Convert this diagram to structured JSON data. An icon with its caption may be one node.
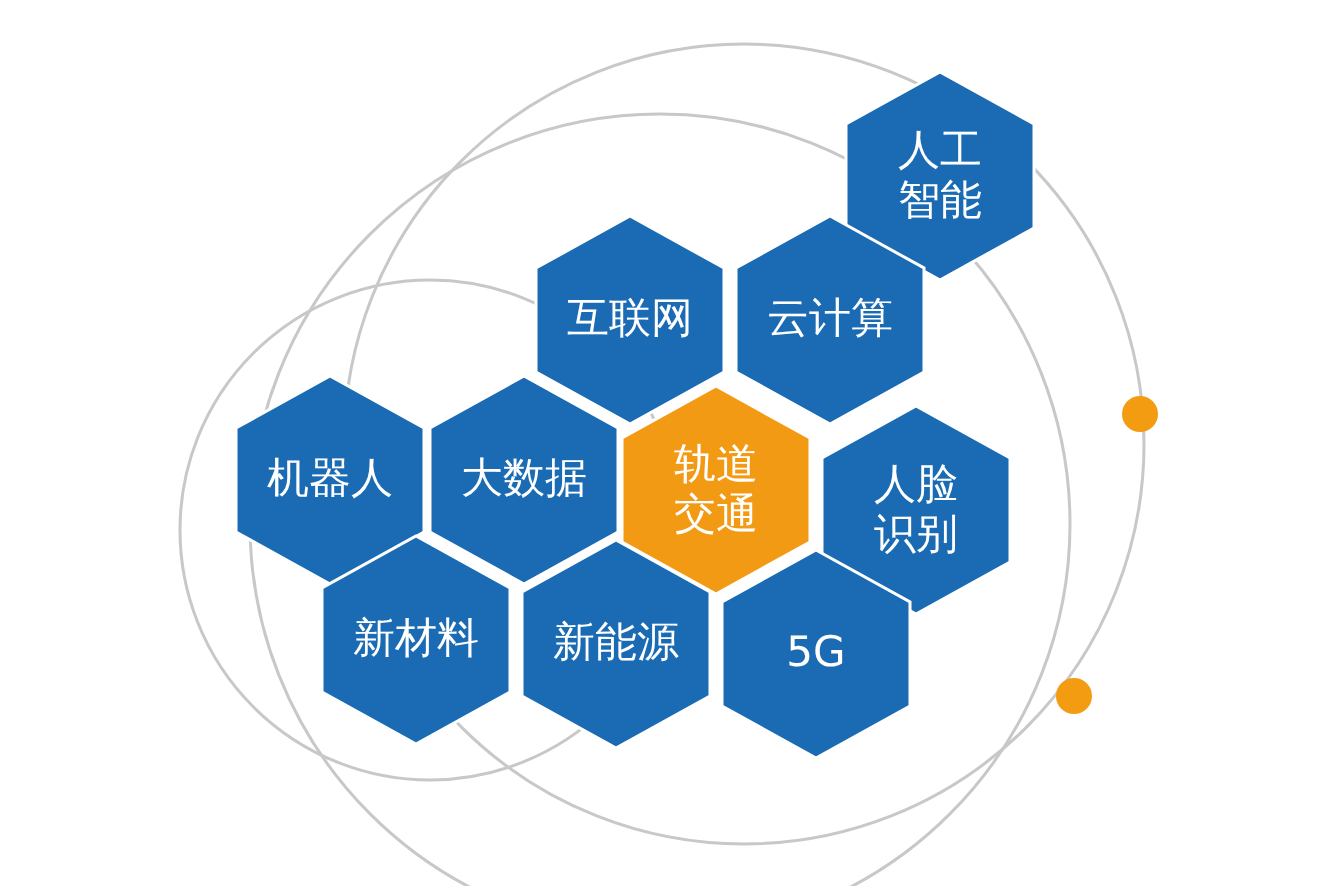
{
  "diagram": {
    "nodes": [
      {
        "text": [
          "人工智能"
        ]
      },
      {
        "text": [
          "互联网"
        ]
      },
      {
        "text": [
          "云计算"
        ]
      },
      {
        "text": [
          "机器人"
        ]
      },
      {
        "text": [
          "大数据"
        ]
      },
      {
        "text": [
          "轨道交通"
        ]
      },
      {
        "text": [
          "人脸识别"
        ]
      },
      {
        "text": [
          "新材料"
        ]
      },
      {
        "text": [
          "新能源"
        ]
      },
      {
        "text": [
          "5G"
        ]
      }
    ]
  }
}
